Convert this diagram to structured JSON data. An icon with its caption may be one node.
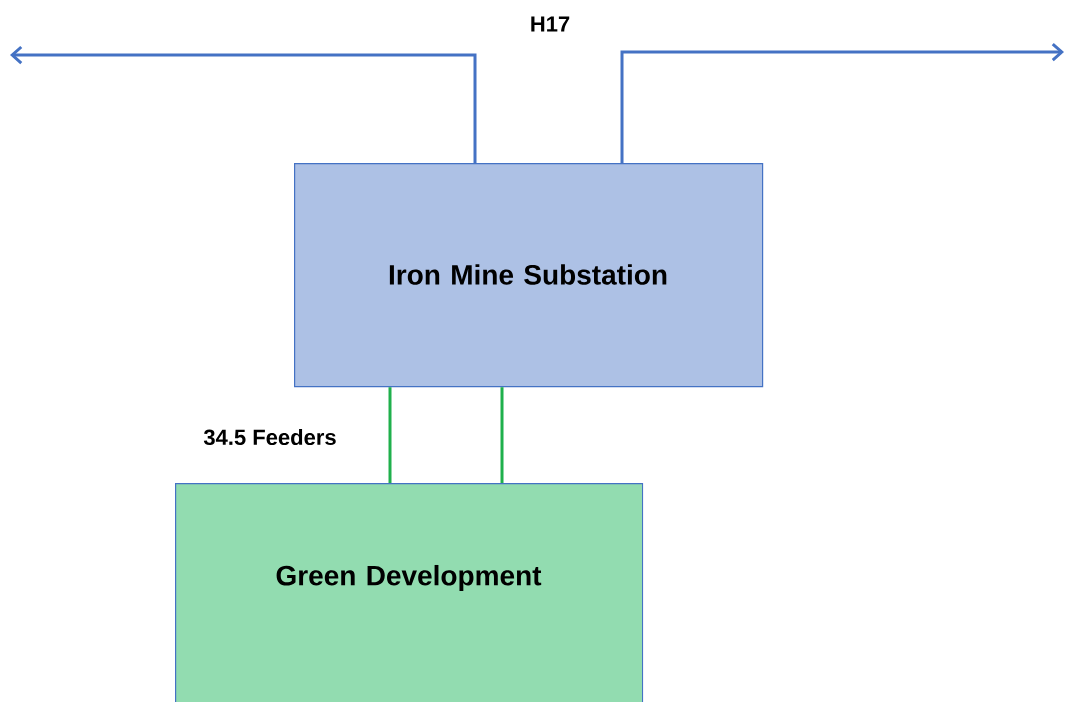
{
  "diagram": {
    "nodes": [
      {
        "text": [
          "Iron Mine Substation"
        ]
      },
      {
        "text": [
          "Green Development"
        ]
      }
    ],
    "edges": [
      {
        "from": 0,
        "to": null,
        "arrow": "to",
        "color": "#4472c4"
      },
      {
        "from": 0,
        "to": null,
        "arrow": "to",
        "color": "#4472c4"
      },
      {
        "from": 0,
        "to": 1,
        "arrow": "none",
        "label": "34.5 Feeders",
        "color": "#1fb04c"
      },
      {
        "from": 0,
        "to": 1,
        "arrow": "none",
        "color": "#1fb04c"
      }
    ],
    "labels": [
      "H17"
    ]
  }
}
